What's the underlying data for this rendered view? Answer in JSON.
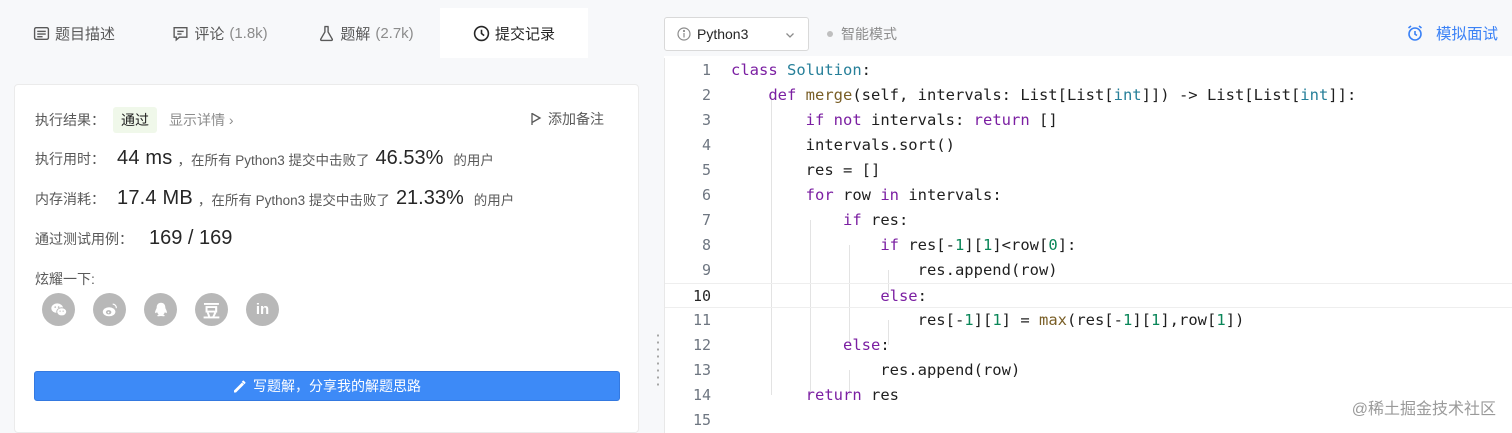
{
  "tabs": [
    {
      "label": "题目描述",
      "count": "",
      "icon": "description-icon"
    },
    {
      "label": "评论",
      "count": "(1.8k)",
      "icon": "comment-icon"
    },
    {
      "label": "题解",
      "count": "(2.7k)",
      "icon": "flask-icon"
    },
    {
      "label": "提交记录",
      "count": "",
      "icon": "clock-icon",
      "active": true
    }
  ],
  "result": {
    "label": "执行结果：",
    "status": "通过",
    "detail_link": "显示详情 ›",
    "note_button": "添加备注",
    "runtime_label": "执行用时：",
    "runtime_value": "44 ms",
    "runtime_text": "，在所有 Python3 提交中击败了",
    "runtime_percent": "46.53%",
    "runtime_suffix": "的用户",
    "memory_label": "内存消耗：",
    "memory_value": "17.4 MB",
    "memory_text": "，在所有 Python3 提交中击败了",
    "memory_percent": "21.33%",
    "memory_suffix": "的用户",
    "cases_label": "通过测试用例：",
    "cases_value": "169 / 169",
    "share_label": "炫耀一下:"
  },
  "share_icons": [
    "wechat-icon",
    "weibo-icon",
    "qq-icon",
    "douban-icon",
    "linkedin-icon"
  ],
  "share_glyphs": {
    "douban": "豆",
    "linkedin": "in"
  },
  "write_button": "写题解，分享我的解题思路",
  "toolbar": {
    "language": "Python3",
    "smart_mode": "智能模式",
    "mock_interview": "模拟面试"
  },
  "code_lines": [
    {
      "n": "1",
      "html": "<span class=\"kw\">class</span> <span class=\"cls\">Solution</span>:"
    },
    {
      "n": "2",
      "html": "    <span class=\"kw\">def</span> <span class=\"fn\">merge</span>(self, intervals: List[List[<span class=\"ty\">int</span>]]) -&gt; List[List[<span class=\"ty\">int</span>]]:"
    },
    {
      "n": "3",
      "html": "        <span class=\"kw\">if</span> <span class=\"kw\">not</span> intervals: <span class=\"kw\">return</span> []"
    },
    {
      "n": "4",
      "html": "        intervals.sort()"
    },
    {
      "n": "5",
      "html": "        res = []"
    },
    {
      "n": "6",
      "html": "        <span class=\"kw\">for</span> row <span class=\"kw\">in</span> intervals:"
    },
    {
      "n": "7",
      "html": "            <span class=\"kw\">if</span> res:"
    },
    {
      "n": "8",
      "html": "                <span class=\"kw\">if</span> res[-<span class=\"num\">1</span>][<span class=\"num\">1</span>]&lt;row[<span class=\"num\">0</span>]:"
    },
    {
      "n": "9",
      "html": "                    res.append(row)"
    },
    {
      "n": "10",
      "html": "                <span class=\"kw\">else</span>:"
    },
    {
      "n": "11",
      "html": "                    res[-<span class=\"num\">1</span>][<span class=\"num\">1</span>] = <span class=\"fn\">max</span>(res[-<span class=\"num\">1</span>][<span class=\"num\">1</span>],row[<span class=\"num\">1</span>])"
    },
    {
      "n": "12",
      "html": "            <span class=\"kw\">else</span>:"
    },
    {
      "n": "13",
      "html": "                res.append(row)"
    },
    {
      "n": "14",
      "html": "        <span class=\"kw\">return</span> res"
    },
    {
      "n": "15",
      "html": ""
    }
  ],
  "active_line": "10",
  "watermark": "@稀土掘金技术社区"
}
